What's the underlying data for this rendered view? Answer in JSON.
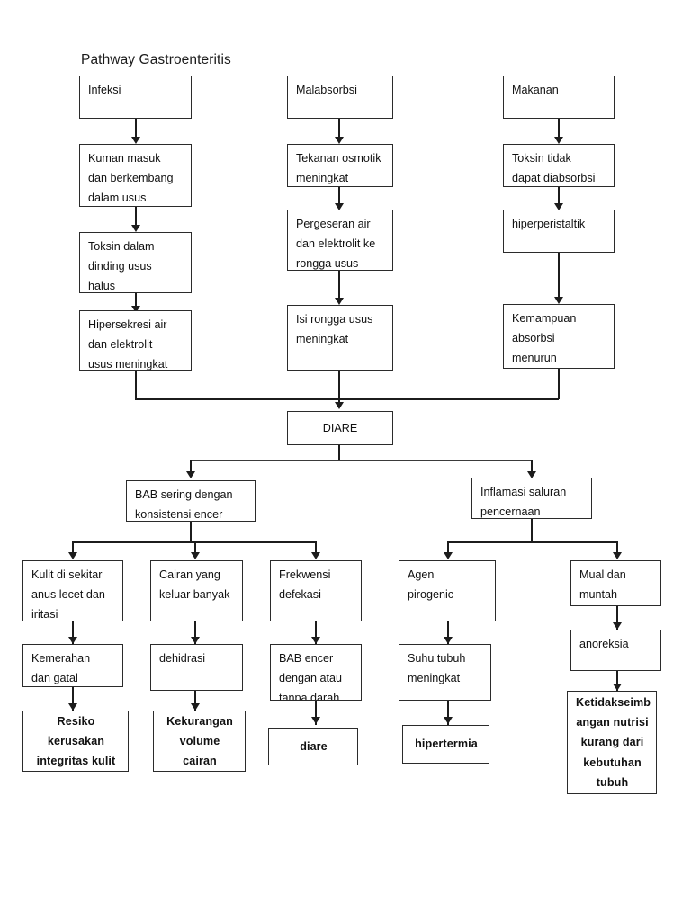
{
  "diagram": {
    "title": "Pathway Gastroenteritis",
    "nodes": {
      "infeksi": "Infeksi",
      "kuman_masuk": "Kuman masuk\ndan berkembang\ndalam usus",
      "toksin_dinding": "Toksin dalam\ndinding usus\nhalus",
      "hipersekresi": "Hipersekresi air\ndan elektrolit\nusus meningkat",
      "malabsorbsi": "Malabsorbsi",
      "tekanan_osmotik": "Tekanan osmotik\nmeningkat",
      "pergeseran_air": "Pergeseran air\ndan elektrolit ke\nrongga usus",
      "isi_rongga": "Isi rongga usus\nmeningkat",
      "makanan": "Makanan",
      "toksin_tidak": "Toksin tidak\ndapat diabsorbsi",
      "hiperperistaltik": "hiperperistaltik",
      "kemampuan_absorbsi": "Kemampuan\nabsorbsi\nmenurun",
      "diare_utama": "DIARE",
      "bab_sering": "BAB sering dengan\nkonsistensi encer",
      "inflamasi": "Inflamasi saluran\npencernaan",
      "kulit_anus": "Kulit di sekitar\nanus lecet dan\niritasi",
      "cairan_keluar": "Cairan yang\nkeluar banyak",
      "frekwensi_defekasi": "Frekwensi\ndefekasi",
      "agen_pirogenic": "Agen\npirogenic",
      "mual_muntah": "Mual dan\nmuntah",
      "kemerahan": "Kemerahan\ndan gatal",
      "dehidrasi": "dehidrasi",
      "bab_encer": "BAB encer\ndengan atau\ntanpa darah",
      "suhu_tubuh": "Suhu tubuh\nmeningkat",
      "anoreksia": "anoreksia",
      "resiko_kerusakan": "Resiko\nkerusakan\nintegritas kulit",
      "kekurangan_volume": "Kekurangan\nvolume\ncairan",
      "diare_akhir": "diare",
      "hipertermia": "hipertermia",
      "ketidakseimbangan": "Ketidakseimb\nangan nutrisi\nkurang dari\nkebutuhan\ntubuh"
    },
    "colors": {
      "border": "#2b2b2b",
      "connector": "#1c1c1c",
      "text": "#111111",
      "background": "#ffffff"
    }
  }
}
